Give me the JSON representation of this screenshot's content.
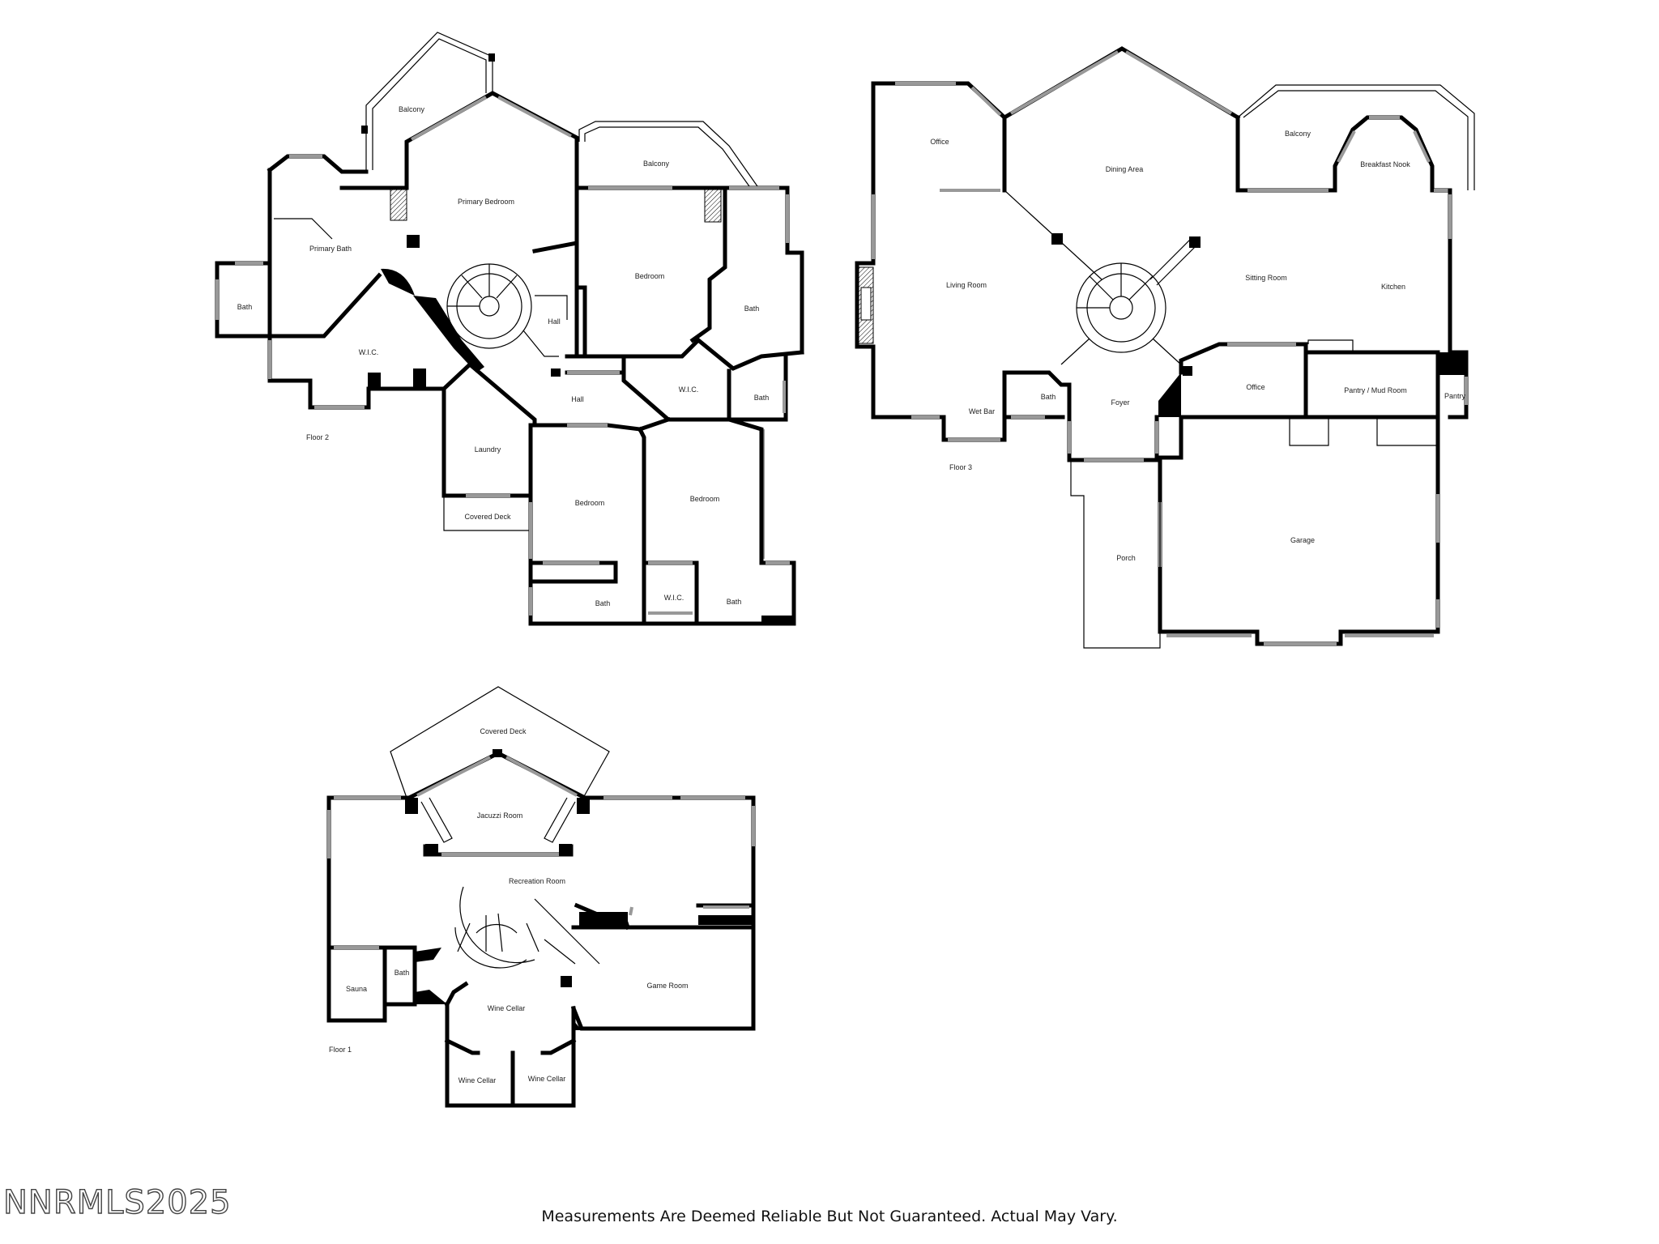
{
  "floors": {
    "floor2": {
      "label": "Floor 2",
      "rooms": {
        "balcony_nw": "Balcony",
        "primary_bedroom": "Primary Bedroom",
        "balcony_ne": "Balcony",
        "primary_bath": "Primary Bath",
        "bath_west": "Bath",
        "bedroom_north": "Bedroom",
        "bath_east": "Bath",
        "hall_stair": "Hall",
        "wic_west": "W.I.C.",
        "hall_center": "Hall",
        "wic_center": "W.I.C.",
        "bath_small": "Bath",
        "laundry": "Laundry",
        "covered_deck": "Covered Deck",
        "bedroom_sw": "Bedroom",
        "bedroom_se": "Bedroom",
        "bath_sw": "Bath",
        "wic_south": "W.I.C.",
        "bath_se": "Bath"
      }
    },
    "floor3": {
      "label": "Floor 3",
      "rooms": {
        "office_nw": "Office",
        "dining_area": "Dining Area",
        "balcony": "Balcony",
        "breakfast_nook": "Breakfast Nook",
        "living_room": "Living Room",
        "sitting_room": "Sitting Room",
        "kitchen": "Kitchen",
        "wet_bar": "Wet Bar",
        "bath": "Bath",
        "foyer": "Foyer",
        "office_center": "Office",
        "pantry_mud_room": "Pantry / Mud Room",
        "pantry": "Pantry",
        "porch": "Porch",
        "garage": "Garage"
      }
    },
    "floor1": {
      "label": "Floor 1",
      "rooms": {
        "covered_deck": "Covered Deck",
        "jacuzzi_room": "Jacuzzi Room",
        "recreation_room": "Recreation Room",
        "sauna": "Sauna",
        "bath": "Bath",
        "wine_cellar_main": "Wine Cellar",
        "game_room": "Game Room",
        "wine_cellar_left": "Wine Cellar",
        "wine_cellar_right": "Wine Cellar"
      }
    }
  },
  "watermark": "NNRMLS2025",
  "disclaimer": "Measurements Are Deemed Reliable But Not Guaranteed. Actual May Vary."
}
